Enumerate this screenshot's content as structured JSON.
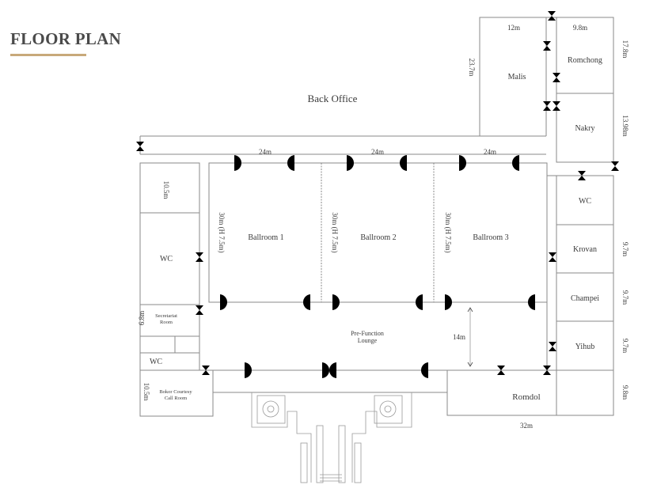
{
  "title": "FLOOR PLAN",
  "accent_color": "#c8a97a",
  "rooms": {
    "back_office": "Back Office",
    "malis": "Malis",
    "romchong": "Romchong",
    "nakry": "Nakry",
    "wc_right": "WC",
    "krovan": "Krovan",
    "champei": "Champei",
    "yihub": "Yihub",
    "romdol": "Romdol",
    "ballroom1": "Ballroom 1",
    "ballroom2": "Ballroom 2",
    "ballroom3": "Ballroom 3",
    "prefunction_1": "Pre-Function",
    "prefunction_2": "Lounge",
    "wc_left": "WC",
    "secretariat_1": "Secretariat",
    "secretariat_2": "Room",
    "wc_left_small": "WC",
    "bokor_1": "Bokor Courtesy",
    "bokor_2": "Call Room"
  },
  "dimensions": {
    "malis_width": "12m",
    "romchong_width": "9.8m",
    "romchong_depth": "17.8m",
    "malis_depth": "23.7m",
    "nakry_depth": "13.98m",
    "ballroom1_width": "24m",
    "ballroom2_width": "24m",
    "ballroom3_width": "24m",
    "ballroom1_depth": "30m (H 7.5m)",
    "ballroom2_depth": "30m (H 7.5m)",
    "ballroom3_depth": "30m (H 7.5m)",
    "left_room_depth": "10.5m",
    "secretariat_depth": "6.8m",
    "bokor_depth": "10.5m",
    "krovan_depth": "9.7m",
    "champei_depth": "9.7m",
    "yihub_depth": "9.7m",
    "romdol_depth": "9.8m",
    "romdol_width": "32m",
    "lounge_depth": "14m"
  }
}
